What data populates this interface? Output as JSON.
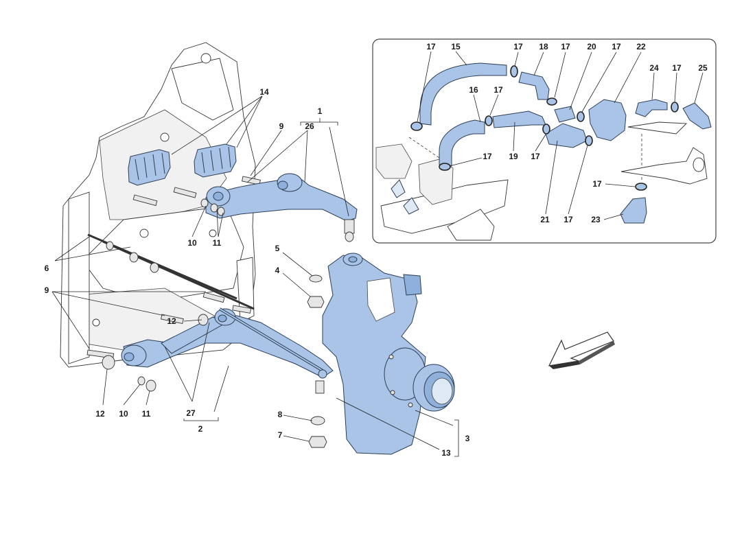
{
  "labels": [
    "1",
    "2",
    "3",
    "4",
    "5",
    "6",
    "7",
    "8",
    "9",
    "10",
    "11",
    "12",
    "13",
    "14",
    "15",
    "16",
    "17",
    "18",
    "19",
    "20",
    "21",
    "22",
    "23",
    "24",
    "25",
    "26",
    "27"
  ],
  "colors": {
    "part_fill": "#a9c4e6",
    "part_stroke": "#2b3d55",
    "frame_stroke": "#333333",
    "arrow_fill": "#ffffff"
  },
  "icons": {
    "direction": "direction-arrow-icon"
  }
}
